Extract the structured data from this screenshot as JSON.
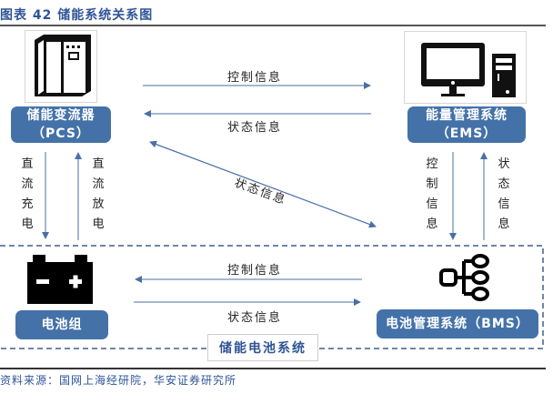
{
  "figure": {
    "title": "图表 42 储能系统关系图",
    "source": "资料来源：国网上海经研院，华安证券研究所"
  },
  "nodes": {
    "pcs": {
      "line1": "储能变流器",
      "line2": "（PCS）",
      "icon": "cabinet-icon"
    },
    "ems": {
      "line1": "能量管理系统",
      "line2": "（EMS）",
      "icon": "computer-icon"
    },
    "battery": {
      "label": "电池组",
      "icon": "battery-icon"
    },
    "bms": {
      "label": "电池管理系统（BMS）",
      "icon": "hierarchy-icon"
    },
    "group": {
      "label": "储能电池系统"
    }
  },
  "edges": {
    "pcs_to_ems": "控制信息",
    "ems_to_pcs": "状态信息",
    "pcs_bms_diag": "状态信息",
    "pcs_to_battery": [
      "直",
      "流",
      "充",
      "电"
    ],
    "battery_to_pcs": [
      "直",
      "流",
      "放",
      "电"
    ],
    "ems_to_bms": [
      "控",
      "制",
      "信",
      "息"
    ],
    "bms_to_ems": [
      "状",
      "态",
      "信",
      "息"
    ],
    "bms_to_battery": "控制信息",
    "battery_to_bms": "状态信息"
  },
  "colors": {
    "accent": "#4472a8",
    "arrow": "#4a6fa5",
    "title": "#2f5597"
  }
}
